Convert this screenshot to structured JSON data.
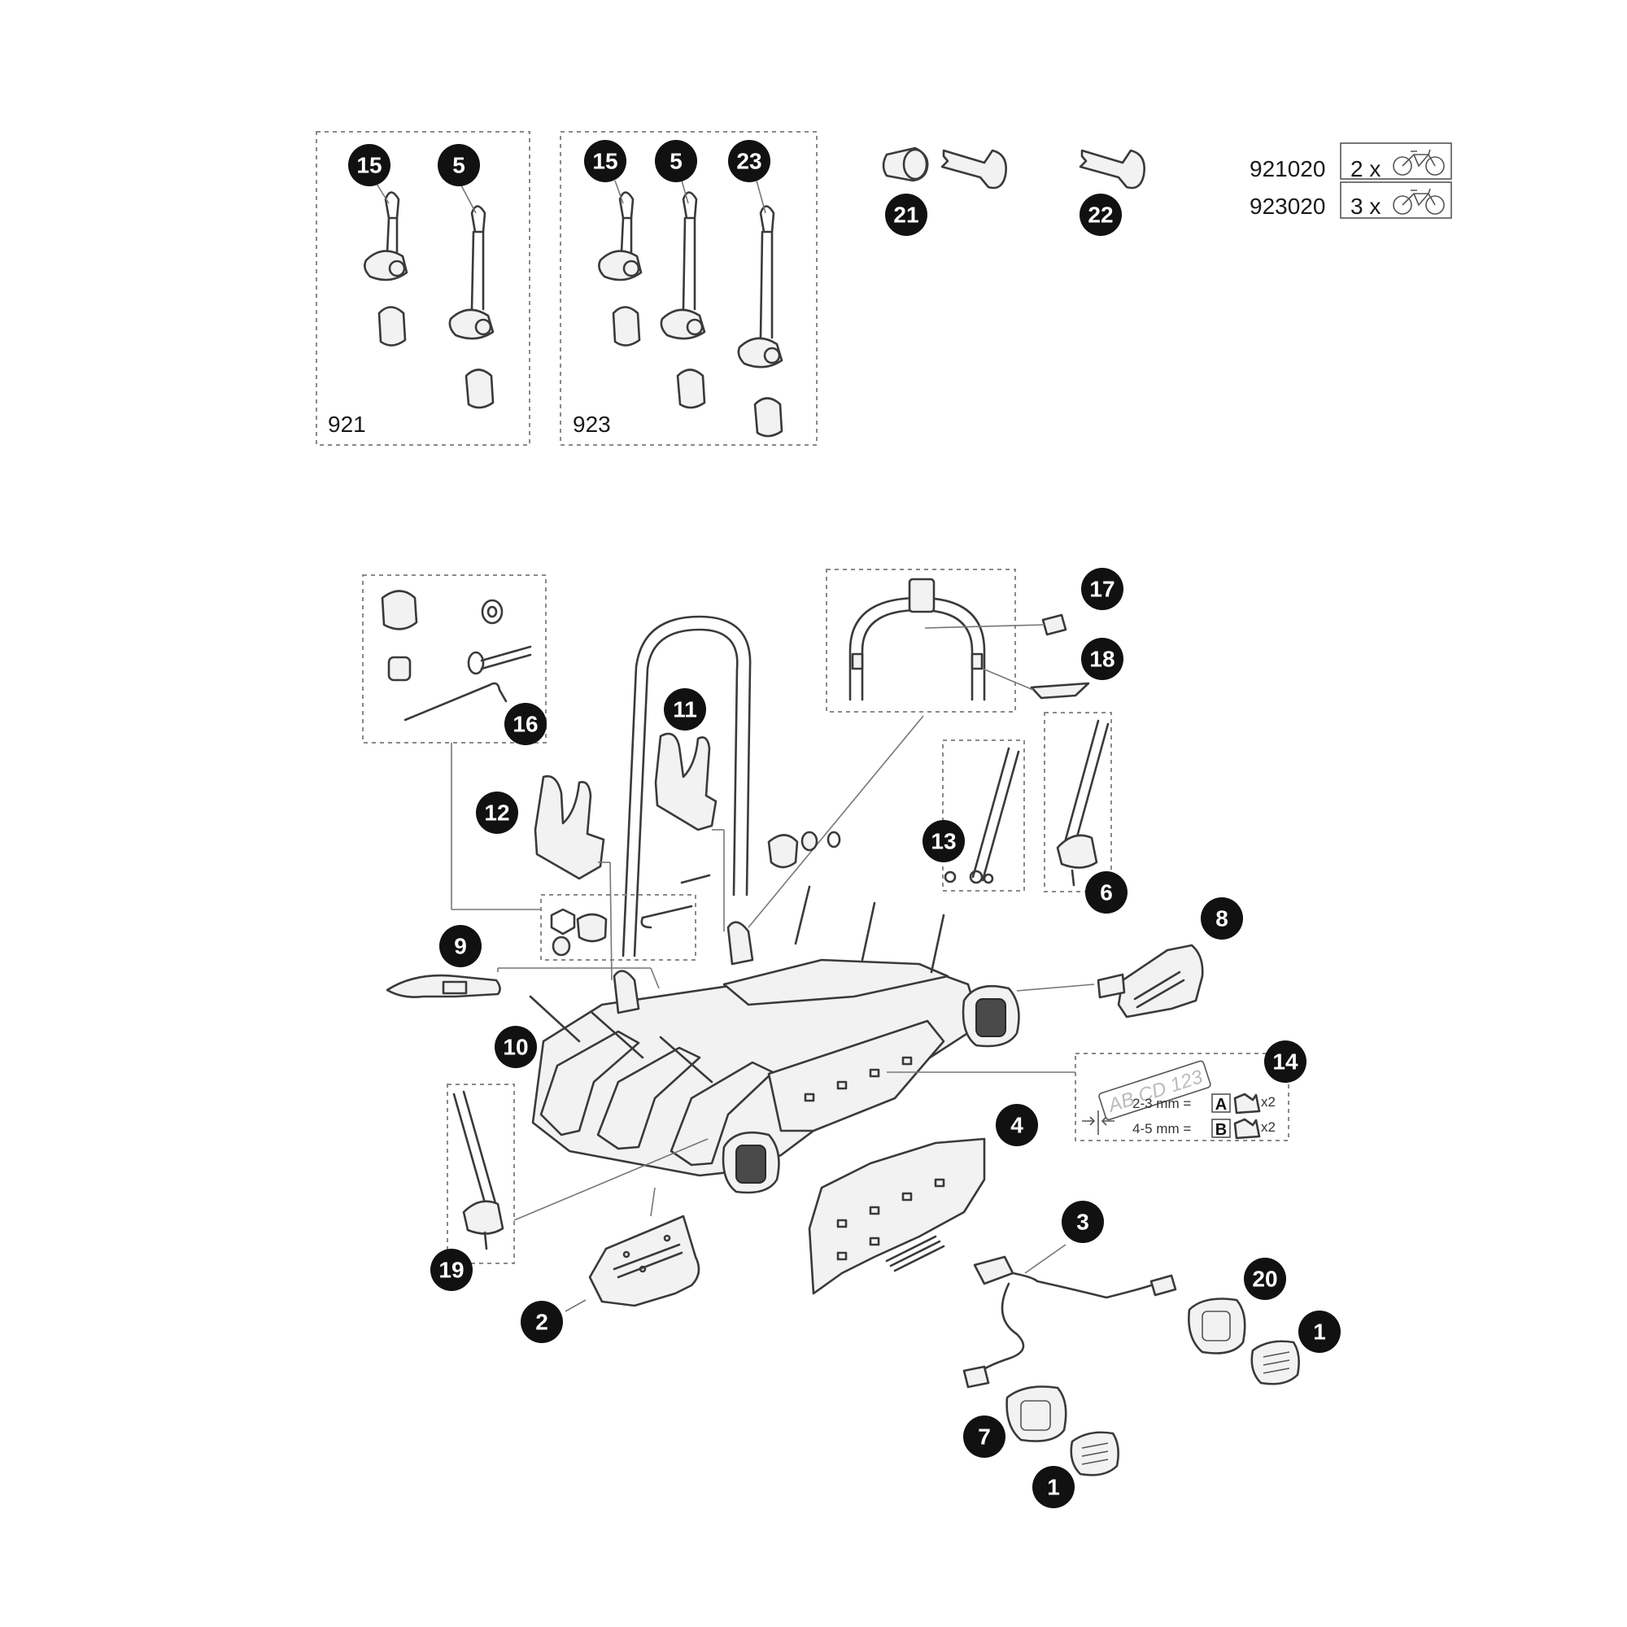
{
  "kits": {
    "kit_921": {
      "label": "921",
      "callouts": [
        "15",
        "5"
      ]
    },
    "kit_923": {
      "label": "923",
      "callouts": [
        "15",
        "5",
        "23"
      ]
    }
  },
  "models": [
    {
      "code": "921020",
      "qty": "2 x",
      "icon": "bicycle-icon"
    },
    {
      "code": "923020",
      "qty": "3 x",
      "icon": "bicycle-icon"
    }
  ],
  "plate": {
    "text": "AB CD 123",
    "option_a": {
      "range": "2-3 mm =",
      "letter": "A",
      "mult": "x2"
    },
    "option_b": {
      "range": "4-5 mm =",
      "letter": "B",
      "mult": "x2"
    }
  },
  "callouts": {
    "c21": "21",
    "c22": "22",
    "c17": "17",
    "c18": "18",
    "c16": "16",
    "c11": "11",
    "c12": "12",
    "c13": "13",
    "c6": "6",
    "c8": "8",
    "c9": "9",
    "c10": "10",
    "c14": "14",
    "c4": "4",
    "c3": "3",
    "c20": "20",
    "c1a": "1",
    "c19": "19",
    "c2": "2",
    "c7": "7",
    "c1b": "1"
  },
  "colors": {
    "callout_fill": "#111111",
    "line": "#3a3a3a",
    "dashed_frame": "#8a8a8a"
  }
}
